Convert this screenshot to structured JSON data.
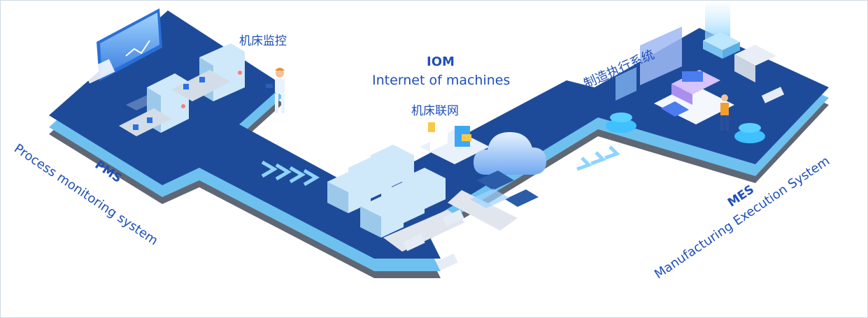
{
  "labels": {
    "pms_cn": "机床监控",
    "pms_abbr": "PMS",
    "pms_full": "Process monitoring system",
    "iom_abbr": "IOM",
    "iom_full": "Internet of machines",
    "iom_cn": "机床联网",
    "mes_cn": "制造执行系统",
    "mes_abbr": "MES",
    "mes_full": "Manufacturing Execution System"
  },
  "colors": {
    "label_text": "#1f4fb8",
    "platform_top": "#1d4b9a",
    "platform_side": "#6ec1ee",
    "platform_shadow": "#5f6775",
    "arrow": "#8fd4ff"
  }
}
